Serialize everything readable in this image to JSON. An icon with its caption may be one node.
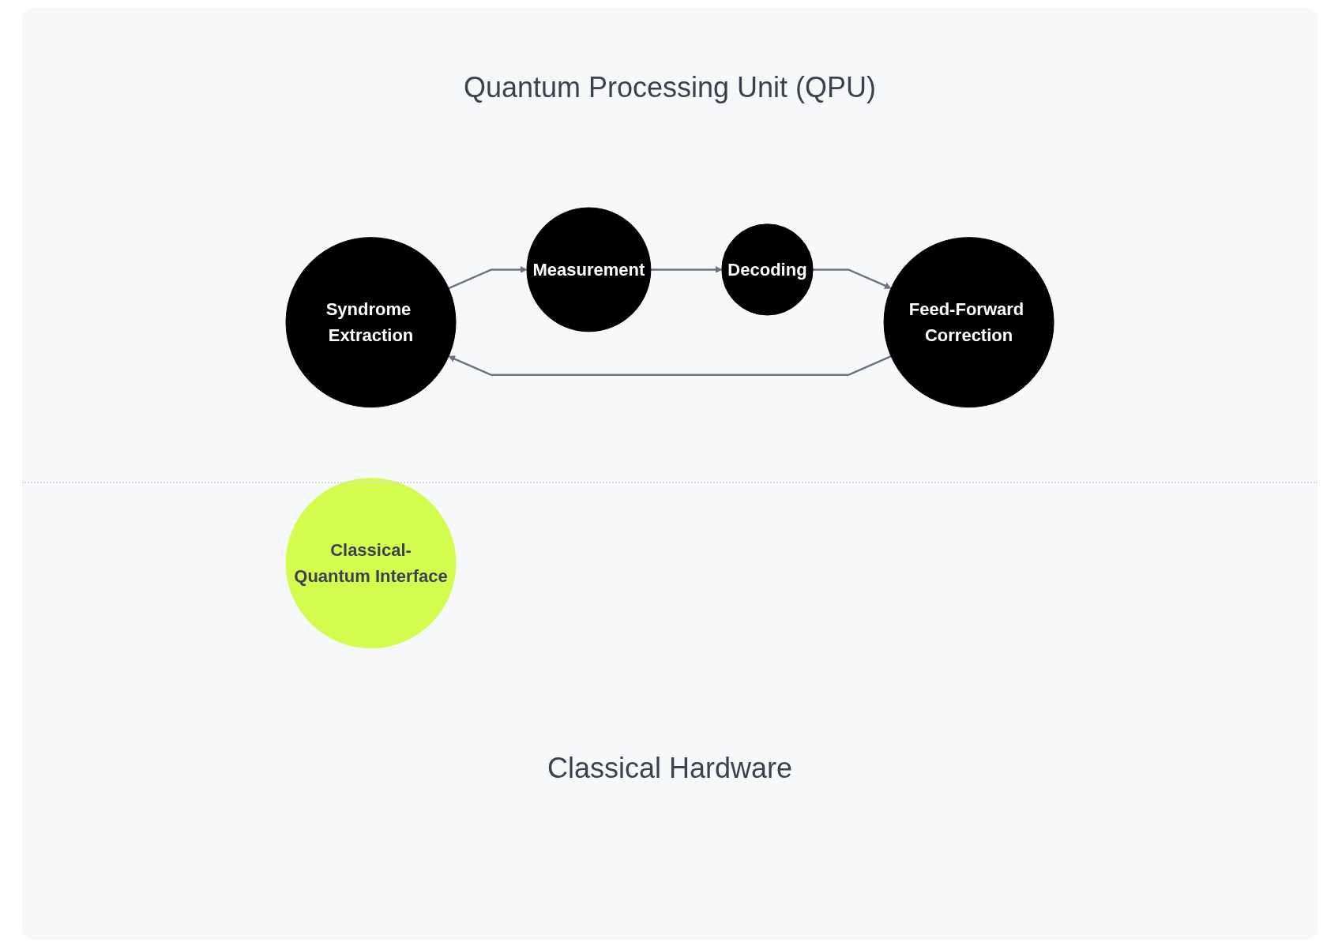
{
  "diagram": {
    "nodes": [
      {
        "text": [
          "Syndrome Extraction"
        ]
      },
      {
        "text": [
          "Measurement"
        ]
      },
      {
        "text": [
          "Decoding"
        ]
      },
      {
        "text": [
          "Feed-Forward Correction"
        ]
      },
      {
        "text": [
          "Classical-Quantum Interface"
        ]
      }
    ],
    "edges": [
      {
        "from": 0,
        "to": 1,
        "arrow": "to"
      },
      {
        "from": 1,
        "to": 2,
        "arrow": "to"
      },
      {
        "from": 2,
        "to": 3,
        "arrow": "to"
      },
      {
        "from": 3,
        "to": 0,
        "arrow": "to"
      }
    ],
    "labels": [
      "Quantum Processing Unit (QPU)",
      "Classical Hardware"
    ]
  }
}
